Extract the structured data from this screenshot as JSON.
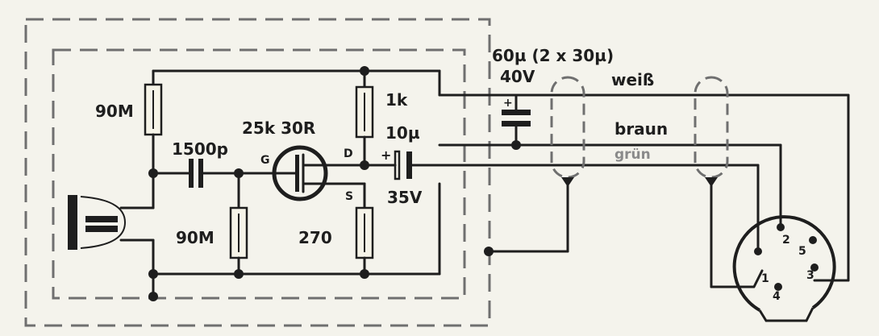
{
  "labels": {
    "r_gate_top": "90M",
    "cap_coupling": "1500p",
    "fet_type": "25k 30R",
    "r_drain": "1k",
    "cap_output": "10µ",
    "cap_output_voltage": "35V",
    "r_gate_bottom": "90M",
    "r_source": "270",
    "cap_supply": "60µ (2 x 30µ)",
    "cap_supply_voltage": "40V",
    "pin_gate": "G",
    "pin_drain": "D",
    "pin_source": "S",
    "plus_sign": "+"
  },
  "wires": {
    "white": "weiß",
    "brown": "braun",
    "green": "grün"
  },
  "connector_pins": [
    "1",
    "2",
    "3",
    "4",
    "5"
  ]
}
